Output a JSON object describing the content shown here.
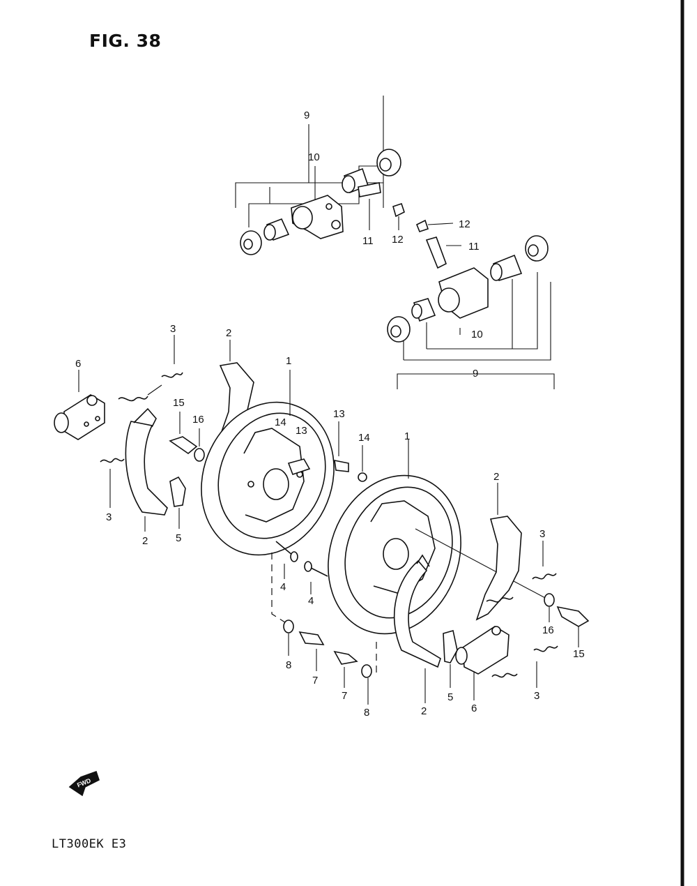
{
  "figure": {
    "title": "FIG. 38"
  },
  "model": {
    "code": "LT300EK  E3"
  },
  "direction_marker": {
    "label": "FWD",
    "icon": "arrow-left-icon"
  },
  "callouts": {
    "c1a": "1",
    "c1b": "1",
    "c2a": "2",
    "c2b": "2",
    "c2c": "2",
    "c2d": "2",
    "c3a": "3",
    "c3b": "3",
    "c3c": "3",
    "c3d": "3",
    "c4a": "4",
    "c4b": "4",
    "c5a": "5",
    "c5b": "5",
    "c6a": "6",
    "c6b": "6",
    "c7a": "7",
    "c7b": "7",
    "c8a": "8",
    "c8b": "8",
    "c9a": "9",
    "c9b": "9",
    "c10a": "10",
    "c10b": "10",
    "c11a": "11",
    "c11b": "11",
    "c12a": "12",
    "c12b": "12",
    "c13a": "13",
    "c13b": "13",
    "c14a": "14",
    "c14b": "14",
    "c15a": "15",
    "c15b": "15",
    "c16a": "16",
    "c16b": "16"
  }
}
